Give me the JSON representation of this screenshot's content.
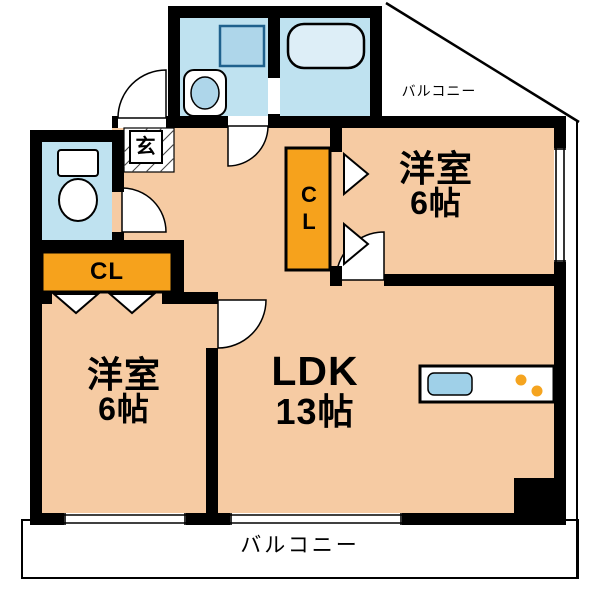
{
  "rooms": {
    "bedroom_top_right": {
      "name": "洋室",
      "area": "6帖"
    },
    "bedroom_bottom_left": {
      "name": "洋室",
      "area": "6帖"
    },
    "ldk": {
      "name": "LDK",
      "area": "13帖"
    }
  },
  "closets": {
    "left_label": "CL",
    "center_label": "CL"
  },
  "entrance_label": "玄",
  "balconies": {
    "top_label": "バルコニー",
    "bottom_label": "バルコニー"
  },
  "colors": {
    "room-fill": "#f6cba3",
    "wet-fill": "#bfe2f0",
    "closet-fill": "#f6a21c",
    "wall-color": "#000000",
    "sink-blue": "#9fd0e8",
    "appliance-blue": "#aed6ea",
    "tub-blue": "#ddeef7",
    "burner-orange": "#f5a41f"
  }
}
